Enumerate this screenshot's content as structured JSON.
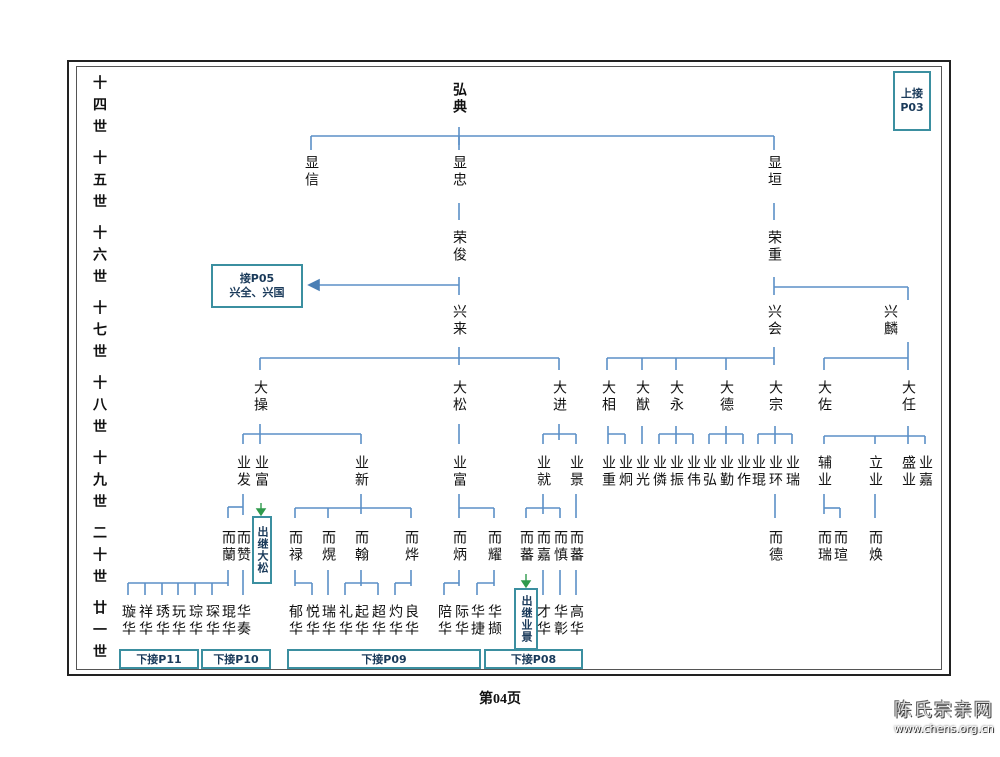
{
  "generations": [
    "十四世",
    "十五世",
    "十六世",
    "十七世",
    "十八世",
    "十九世",
    "二十世",
    "廿一世"
  ],
  "people": {
    "g14": {
      "hongdian": "弘典"
    },
    "g15": {
      "xianxin": "显信",
      "xianzhong": "显忠",
      "xianyuan": "显垣"
    },
    "g16": {
      "rongjun": "荣俊",
      "rongzhong": "荣重"
    },
    "g17": {
      "xinglai": "兴来",
      "xinghui": "兴会",
      "xinglin": "兴麟"
    },
    "g18": {
      "dacao": "大操",
      "dasong": "大松",
      "dajin": "大进",
      "daxiang": "大相",
      "daxian": "大猷",
      "dayong": "大永",
      "dade": "大德",
      "dazong": "大宗",
      "dazuo": "大佐",
      "daren": "大任"
    },
    "g19": {
      "yefa": "业发",
      "yefu_a": "业富",
      "yexin": "业新",
      "yefu_b": "业富",
      "yejiu": "业就",
      "yejing": "业景",
      "yezhong": "业重",
      "yejiong": "业炯",
      "yeguang": "业光",
      "yelin": "业僯",
      "yezhen": "业振",
      "yewei": "业伟",
      "yehong": "业弘",
      "yeqin": "业勤",
      "yezuo": "业作",
      "yekun": "业琨",
      "yehuan": "业环",
      "yerui": "业瑞",
      "fuye": "辅业",
      "liye": "立业",
      "shengye": "盛业",
      "yejia": "业嘉"
    },
    "g20": {
      "erlan": "而蘭",
      "erzan": "而赞",
      "erlu": "而禄",
      "erhuang": "而熀",
      "erhan": "而翰",
      "erye": "而烨",
      "erbing": "而炳",
      "eryao": "而耀",
      "erfan_a": "而蕃",
      "erjia": "而嘉",
      "ershen": "而慎",
      "erfan_b": "而蕃",
      "erde": "而德",
      "errui": "而瑞",
      "erhuan": "而瑄",
      "erhuan2": "而焕"
    },
    "g21": {
      "xuanhua": "璇华",
      "xianghua": "祥华",
      "xiuhua": "琇华",
      "wanhua": "玩华",
      "conghua": "琮华",
      "shenhua": "琛华",
      "kunhua": "琨华",
      "huazou": "华奏",
      "yuhua": "郁华",
      "yuehua": "悦华",
      "ruihua": "瑞华",
      "lihua": "礼华",
      "qihua": "起华",
      "chaohua": "超华",
      "zhuohua": "灼华",
      "lianghua": "良华",
      "peihua": "陪华",
      "jihua": "际华",
      "huajie": "华捷",
      "huaxie": "华撷",
      "caihua": "才华",
      "huazhang": "华彰",
      "gaohua": "高华"
    }
  },
  "boxes": {
    "adopt_dasong": "出继大松",
    "adopt_yejing": "出继业景",
    "upper_ref": [
      "上接",
      "P03"
    ],
    "p05_ref": [
      "接P05",
      "兴全、兴国"
    ],
    "p11": "下接P11",
    "p10": "下接P10",
    "p09": "下接P09",
    "p08": "下接P08"
  },
  "page_number": "第04页",
  "watermark": {
    "line1": "陈氏宗亲网",
    "line2": "www.chens.org.cn"
  },
  "colors": {
    "line": "#5b8fc7",
    "arrow": "#2f9a4c",
    "box_border": "#3b8fa0"
  }
}
